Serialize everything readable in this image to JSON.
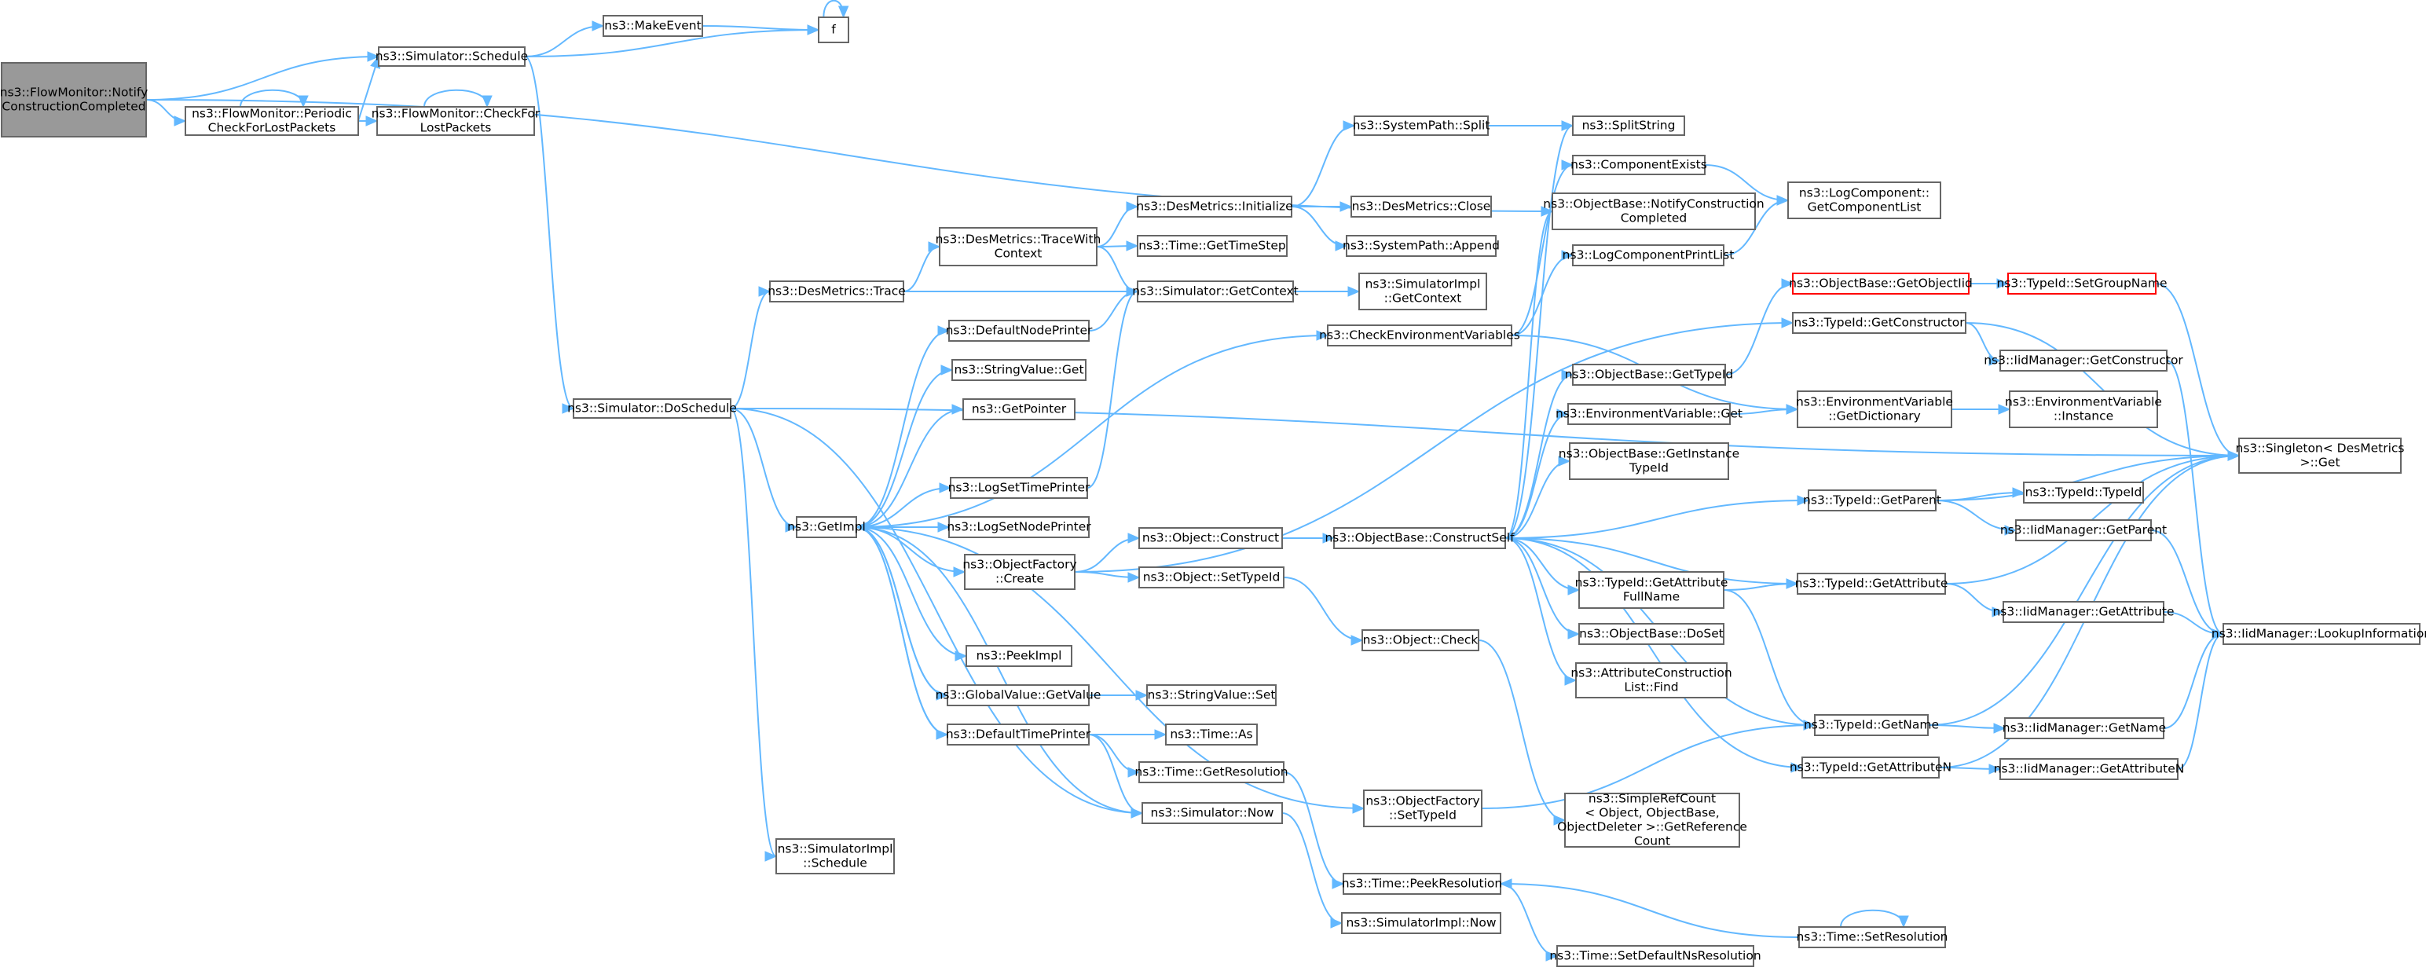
{
  "colors": {
    "edge": "#63b8ff",
    "node_border": "#666666",
    "root_fill": "#999999",
    "highlight_border": "#ff0000"
  },
  "nodes": [
    {
      "id": "n0",
      "lines": [
        "ns3::FlowMonitor::Notify",
        "ConstructionCompleted"
      ],
      "root": true
    },
    {
      "id": "n1",
      "lines": [
        "ns3::FlowMonitor::Periodic",
        "CheckForLostPackets"
      ]
    },
    {
      "id": "n2",
      "lines": [
        "ns3::Simulator::Schedule"
      ]
    },
    {
      "id": "n3",
      "lines": [
        "ns3::MakeEvent"
      ]
    },
    {
      "id": "n4",
      "lines": [
        "f"
      ]
    },
    {
      "id": "n5",
      "lines": [
        "ns3::FlowMonitor::CheckFor",
        "LostPackets"
      ]
    },
    {
      "id": "n6",
      "lines": [
        "ns3::Simulator::DoSchedule"
      ]
    },
    {
      "id": "n7",
      "lines": [
        "ns3::DesMetrics::Trace"
      ]
    },
    {
      "id": "n8",
      "lines": [
        "ns3::GetImpl"
      ]
    },
    {
      "id": "n9",
      "lines": [
        "ns3::SimulatorImpl",
        "::Schedule"
      ]
    },
    {
      "id": "n10",
      "lines": [
        "ns3::DesMetrics::TraceWith",
        "Context"
      ]
    },
    {
      "id": "n11",
      "lines": [
        "ns3::DesMetrics::Initialize"
      ]
    },
    {
      "id": "n12",
      "lines": [
        "ns3::Time::GetTimeStep"
      ]
    },
    {
      "id": "n13",
      "lines": [
        "ns3::Simulator::GetContext"
      ]
    },
    {
      "id": "n14",
      "lines": [
        "ns3::SystemPath::Split"
      ]
    },
    {
      "id": "n15",
      "lines": [
        "ns3::DesMetrics::Close"
      ]
    },
    {
      "id": "n16",
      "lines": [
        "ns3::SystemPath::Append"
      ]
    },
    {
      "id": "n17",
      "lines": [
        "ns3::SimulatorImpl",
        "::GetContext"
      ]
    },
    {
      "id": "n18",
      "lines": [
        "ns3::DefaultNodePrinter"
      ]
    },
    {
      "id": "n19",
      "lines": [
        "ns3::StringValue::Get"
      ]
    },
    {
      "id": "n20",
      "lines": [
        "ns3::GetPointer"
      ]
    },
    {
      "id": "n21",
      "lines": [
        "ns3::LogSetTimePrinter"
      ]
    },
    {
      "id": "n22",
      "lines": [
        "ns3::LogSetNodePrinter"
      ]
    },
    {
      "id": "n23",
      "lines": [
        "ns3::ObjectFactory",
        "::Create"
      ]
    },
    {
      "id": "n24",
      "lines": [
        "ns3::PeekImpl"
      ]
    },
    {
      "id": "n25",
      "lines": [
        "ns3::GlobalValue::GetValue"
      ]
    },
    {
      "id": "n26",
      "lines": [
        "ns3::DefaultTimePrinter"
      ]
    },
    {
      "id": "n27",
      "lines": [
        "ns3::Simulator::Now"
      ]
    },
    {
      "id": "n28",
      "lines": [
        "ns3::CheckEnvironmentVariables"
      ]
    },
    {
      "id": "n29",
      "lines": [
        "ns3::Object::Construct"
      ]
    },
    {
      "id": "n30",
      "lines": [
        "ns3::Object::SetTypeId"
      ]
    },
    {
      "id": "n31",
      "lines": [
        "ns3::StringValue::Set"
      ]
    },
    {
      "id": "n32",
      "lines": [
        "ns3::Time::As"
      ]
    },
    {
      "id": "n33",
      "lines": [
        "ns3::Time::GetResolution"
      ]
    },
    {
      "id": "n34",
      "lines": [
        "ns3::ObjectFactory",
        "::SetTypeId"
      ]
    },
    {
      "id": "n35",
      "lines": [
        "ns3::Time::PeekResolution"
      ]
    },
    {
      "id": "n36",
      "lines": [
        "ns3::SimulatorImpl::Now"
      ]
    },
    {
      "id": "n37",
      "lines": [
        "ns3::ObjectBase::ConstructSelf"
      ]
    },
    {
      "id": "n38",
      "lines": [
        "ns3::Object::Check"
      ]
    },
    {
      "id": "n39",
      "lines": [
        "ns3::SplitString"
      ]
    },
    {
      "id": "n40",
      "lines": [
        "ns3::ComponentExists"
      ]
    },
    {
      "id": "n41",
      "lines": [
        "ns3::ObjectBase::NotifyConstruction",
        "Completed"
      ]
    },
    {
      "id": "n42",
      "lines": [
        "ns3::LogComponentPrintList"
      ]
    },
    {
      "id": "n43",
      "lines": [
        "ns3::LogComponent::",
        "GetComponentList"
      ]
    },
    {
      "id": "n44",
      "lines": [
        "ns3::ObjectBase::GetObjectIid"
      ],
      "red": true
    },
    {
      "id": "n45",
      "lines": [
        "ns3::TypeId::SetGroupName"
      ],
      "red": true
    },
    {
      "id": "n46",
      "lines": [
        "ns3::TypeId::GetConstructor"
      ]
    },
    {
      "id": "n47",
      "lines": [
        "ns3::ObjectBase::GetTypeId"
      ]
    },
    {
      "id": "n48",
      "lines": [
        "ns3::EnvironmentVariable::Get"
      ]
    },
    {
      "id": "n49",
      "lines": [
        "ns3::EnvironmentVariable",
        "::GetDictionary"
      ]
    },
    {
      "id": "n50",
      "lines": [
        "ns3::ObjectBase::GetInstance",
        "TypeId"
      ]
    },
    {
      "id": "n51",
      "lines": [
        "ns3::IidManager::GetConstructor"
      ]
    },
    {
      "id": "n52",
      "lines": [
        "ns3::EnvironmentVariable",
        "::Instance"
      ]
    },
    {
      "id": "n53",
      "lines": [
        "ns3::TypeId::GetParent"
      ]
    },
    {
      "id": "n54",
      "lines": [
        "ns3::TypeId::TypeId"
      ]
    },
    {
      "id": "n55",
      "lines": [
        "ns3::IidManager::GetParent"
      ]
    },
    {
      "id": "n56",
      "lines": [
        "ns3::Singleton< DesMetrics",
        ">::Get"
      ]
    },
    {
      "id": "n57",
      "lines": [
        "ns3::TypeId::GetAttribute",
        "FullName"
      ]
    },
    {
      "id": "n58",
      "lines": [
        "ns3::TypeId::GetAttribute"
      ]
    },
    {
      "id": "n59",
      "lines": [
        "ns3::IidManager::GetAttribute"
      ]
    },
    {
      "id": "n60",
      "lines": [
        "ns3::ObjectBase::DoSet"
      ]
    },
    {
      "id": "n61",
      "lines": [
        "ns3::AttributeConstruction",
        "List::Find"
      ]
    },
    {
      "id": "n62",
      "lines": [
        "ns3::IidManager::LookupInformation"
      ]
    },
    {
      "id": "n63",
      "lines": [
        "ns3::TypeId::GetName"
      ]
    },
    {
      "id": "n64",
      "lines": [
        "ns3::IidManager::GetName"
      ]
    },
    {
      "id": "n65",
      "lines": [
        "ns3::TypeId::GetAttributeN"
      ]
    },
    {
      "id": "n66",
      "lines": [
        "ns3::IidManager::GetAttributeN"
      ]
    },
    {
      "id": "n67",
      "lines": [
        "ns3::SimpleRefCount",
        "< Object, ObjectBase,",
        "ObjectDeleter >::GetReference",
        "Count"
      ]
    },
    {
      "id": "n68",
      "lines": [
        "ns3::Time::SetResolution"
      ]
    },
    {
      "id": "n69",
      "lines": [
        "ns3::Time::SetDefaultNsResolution"
      ]
    }
  ],
  "edges": [
    [
      "n0",
      "n1"
    ],
    [
      "n0",
      "n2"
    ],
    [
      "n0",
      "n41"
    ],
    [
      "n1",
      "n1"
    ],
    [
      "n1",
      "n2"
    ],
    [
      "n1",
      "n5"
    ],
    [
      "n2",
      "n3"
    ],
    [
      "n2",
      "n4"
    ],
    [
      "n2",
      "n6"
    ],
    [
      "n3",
      "n4"
    ],
    [
      "n4",
      "n4"
    ],
    [
      "n5",
      "n5"
    ],
    [
      "n6",
      "n7"
    ],
    [
      "n6",
      "n8"
    ],
    [
      "n6",
      "n9"
    ],
    [
      "n6",
      "n27"
    ],
    [
      "n6",
      "n56"
    ],
    [
      "n7",
      "n10"
    ],
    [
      "n7",
      "n13"
    ],
    [
      "n10",
      "n11"
    ],
    [
      "n10",
      "n12"
    ],
    [
      "n10",
      "n13"
    ],
    [
      "n11",
      "n14"
    ],
    [
      "n11",
      "n15"
    ],
    [
      "n11",
      "n16"
    ],
    [
      "n13",
      "n17"
    ],
    [
      "n14",
      "n39"
    ],
    [
      "n8",
      "n18"
    ],
    [
      "n8",
      "n19"
    ],
    [
      "n8",
      "n20"
    ],
    [
      "n8",
      "n21"
    ],
    [
      "n8",
      "n22"
    ],
    [
      "n8",
      "n23"
    ],
    [
      "n8",
      "n24"
    ],
    [
      "n8",
      "n25"
    ],
    [
      "n8",
      "n26"
    ],
    [
      "n8",
      "n28"
    ],
    [
      "n8",
      "n34"
    ],
    [
      "n18",
      "n13"
    ],
    [
      "n21",
      "n13"
    ],
    [
      "n23",
      "n29"
    ],
    [
      "n23",
      "n30"
    ],
    [
      "n23",
      "n46"
    ],
    [
      "n25",
      "n31"
    ],
    [
      "n25",
      "n8"
    ],
    [
      "n26",
      "n32"
    ],
    [
      "n26",
      "n33"
    ],
    [
      "n26",
      "n27"
    ],
    [
      "n26",
      "n8"
    ],
    [
      "n27",
      "n8"
    ],
    [
      "n27",
      "n36"
    ],
    [
      "n33",
      "n35"
    ],
    [
      "n28",
      "n40"
    ],
    [
      "n28",
      "n42"
    ],
    [
      "n28",
      "n49"
    ],
    [
      "n29",
      "n37"
    ],
    [
      "n30",
      "n38"
    ],
    [
      "n38",
      "n67"
    ],
    [
      "n34",
      "n63"
    ],
    [
      "n35",
      "n69"
    ],
    [
      "n68",
      "n35"
    ],
    [
      "n68",
      "n68"
    ],
    [
      "n40",
      "n43"
    ],
    [
      "n42",
      "n43"
    ],
    [
      "n37",
      "n39"
    ],
    [
      "n37",
      "n41"
    ],
    [
      "n37",
      "n47"
    ],
    [
      "n37",
      "n48"
    ],
    [
      "n37",
      "n50"
    ],
    [
      "n37",
      "n53"
    ],
    [
      "n37",
      "n57"
    ],
    [
      "n37",
      "n58"
    ],
    [
      "n37",
      "n60"
    ],
    [
      "n37",
      "n61"
    ],
    [
      "n37",
      "n63"
    ],
    [
      "n37",
      "n65"
    ],
    [
      "n47",
      "n44"
    ],
    [
      "n44",
      "n45"
    ],
    [
      "n45",
      "n56"
    ],
    [
      "n46",
      "n51"
    ],
    [
      "n46",
      "n56"
    ],
    [
      "n51",
      "n62"
    ],
    [
      "n48",
      "n49"
    ],
    [
      "n49",
      "n52"
    ],
    [
      "n53",
      "n54"
    ],
    [
      "n53",
      "n55"
    ],
    [
      "n53",
      "n56"
    ],
    [
      "n55",
      "n62"
    ],
    [
      "n57",
      "n58"
    ],
    [
      "n57",
      "n63"
    ],
    [
      "n58",
      "n59"
    ],
    [
      "n58",
      "n56"
    ],
    [
      "n59",
      "n62"
    ],
    [
      "n63",
      "n64"
    ],
    [
      "n63",
      "n56"
    ],
    [
      "n64",
      "n62"
    ],
    [
      "n65",
      "n66"
    ],
    [
      "n65",
      "n56"
    ],
    [
      "n66",
      "n62"
    ]
  ]
}
